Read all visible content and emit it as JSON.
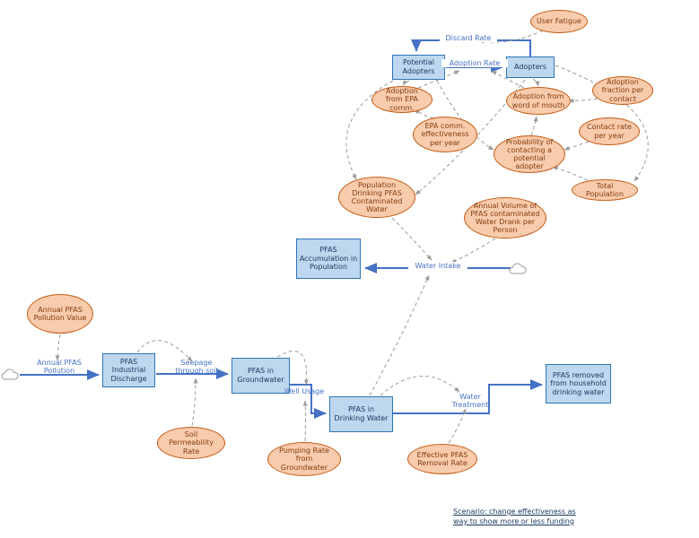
{
  "diagram": {
    "stocks": [
      {
        "label": "Potential Adopters"
      },
      {
        "label": "Adopters"
      },
      {
        "label": "PFAS Accumulation in Population"
      },
      {
        "label": "PFAS Industrial Discharge"
      },
      {
        "label": "PFAS in Groundwater"
      },
      {
        "label": "PFAS in Drinking Water"
      },
      {
        "label": "PFAS removed from household drinking water"
      }
    ],
    "variables": [
      {
        "label": "User Fatigue"
      },
      {
        "label": "Adoption from EPA comm."
      },
      {
        "label": "EPA comm. effectiveness per year"
      },
      {
        "label": "Adoption fraction per contact"
      },
      {
        "label": "Adoption from word of mouth"
      },
      {
        "label": "Contact rate per year"
      },
      {
        "label": "Probability of contacting a potential adopter"
      },
      {
        "label": "Total Population"
      },
      {
        "label": "Population Drinking PFAS Contaminated Water"
      },
      {
        "label": "Annual Volume of PFAS contaminated Water Drank per Person"
      },
      {
        "label": "Annual PFAS Pollution Value"
      },
      {
        "label": "Soil Permeability Rate"
      },
      {
        "label": "Pumping Rate from Groundwater"
      },
      {
        "label": "Effective PFAS Removal Rate"
      }
    ],
    "flows": [
      {
        "label": "Discard Rate"
      },
      {
        "label": "Adoption Rate"
      },
      {
        "label": "Water Intake"
      },
      {
        "label": "Annual PFAS Pollution"
      },
      {
        "label": "Seepage through soil"
      },
      {
        "label": "Well Usage"
      },
      {
        "label": "Water Treatment"
      }
    ],
    "note": "Scenario: change effectiveness as way to show more or less funding",
    "colors": {
      "stock_fill": "#bdd7ee",
      "stock_border": "#2e75b6",
      "variable_fill": "#f8cbad",
      "variable_border": "#c55a11",
      "flow_line": "#4472c4",
      "flow_label_text": "#4472c4",
      "connector_line": "#9b9b9b",
      "stock_text": "#17375e",
      "variable_text": "#843c0c"
    }
  }
}
